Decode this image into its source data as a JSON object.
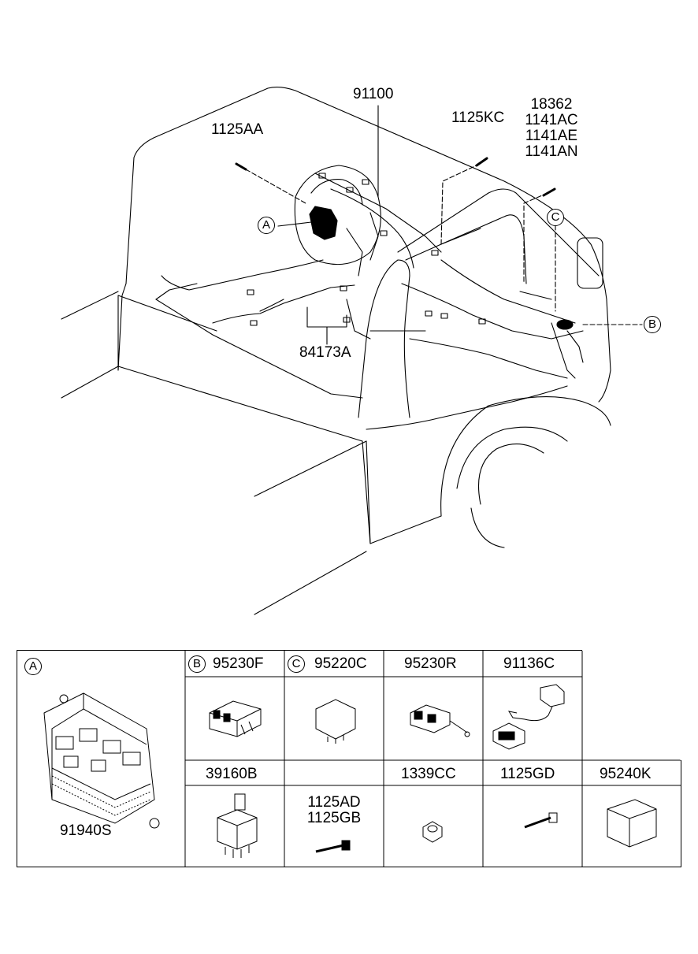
{
  "diagram": {
    "callouts": {
      "a": "A",
      "b": "B",
      "c": "C"
    },
    "labels": {
      "harness_main": "91100",
      "bolt_left": "1125AA",
      "bolt_mid": "1125KC",
      "group_right": [
        "18362",
        "1141AC",
        "1141AE",
        "1141AN"
      ],
      "floor_part": "84173A"
    }
  },
  "parts_table": {
    "section_a": {
      "marker": "A",
      "part_number": "91940S",
      "icon": "junction-block-icon"
    },
    "row1": [
      {
        "marker": "B",
        "part_number": "95230F",
        "icon": "relay-icon"
      },
      {
        "marker": "C",
        "part_number": "95220C",
        "icon": "relay-cube-icon"
      },
      {
        "marker": "",
        "part_number": "95230R",
        "icon": "connector-icon"
      },
      {
        "marker": "",
        "part_number": "91136C",
        "icon": "sensor-harness-icon"
      }
    ],
    "row2": [
      {
        "part_number": "39160B",
        "icon": "bracket-relay-icon"
      },
      {
        "part_numbers": [
          "1125AD",
          "1125GB"
        ],
        "icon": "bolt-icon"
      },
      {
        "part_number": "1339CC",
        "icon": "nut-icon"
      },
      {
        "part_number": "1125GD",
        "icon": "screw-icon"
      },
      {
        "part_number": "95240K",
        "icon": "control-module-icon"
      }
    ]
  }
}
